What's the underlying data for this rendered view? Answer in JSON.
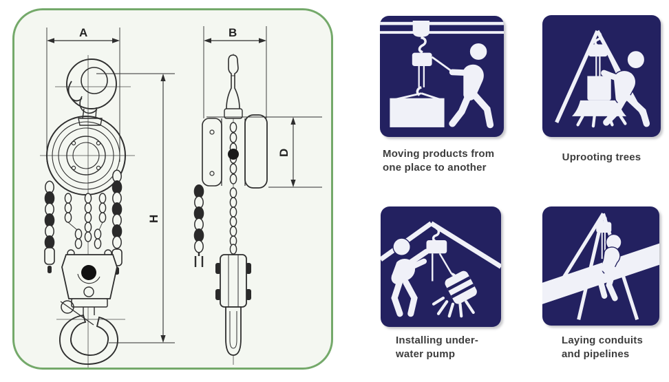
{
  "page": {
    "background": "#ffffff"
  },
  "diagram": {
    "name": "chain-hoist-technical-drawing",
    "border_color": "#74a96a",
    "background": "#f4f7f1",
    "line_color": "#2e2e2e",
    "dim_labels": {
      "a": "A",
      "b": "B",
      "d": "D",
      "h": "H"
    }
  },
  "panels": [
    {
      "name": "moving-products",
      "tile_color": "#232160",
      "pictogram_color": "#f0f1f8",
      "icon": "hoist-beam-crate-worker-icon",
      "caption_lines": [
        "Moving products from",
        "one place to another"
      ]
    },
    {
      "name": "uprooting-trees",
      "tile_color": "#232160",
      "pictogram_color": "#f0f1f8",
      "icon": "tripod-hoist-stump-worker-icon",
      "caption_lines": [
        "Uprooting trees"
      ]
    },
    {
      "name": "installing-underwater-pump",
      "tile_color": "#232160",
      "pictogram_color": "#f0f1f8",
      "icon": "roof-hoist-pump-worker-icon",
      "caption_lines": [
        "Installing under-",
        "water pump"
      ]
    },
    {
      "name": "laying-conduits-pipelines",
      "tile_color": "#232160",
      "pictogram_color": "#f0f1f8",
      "icon": "tripod-hoist-pipeline-worker-icon",
      "caption_lines": [
        "Laying conduits",
        "and pipelines"
      ]
    }
  ]
}
